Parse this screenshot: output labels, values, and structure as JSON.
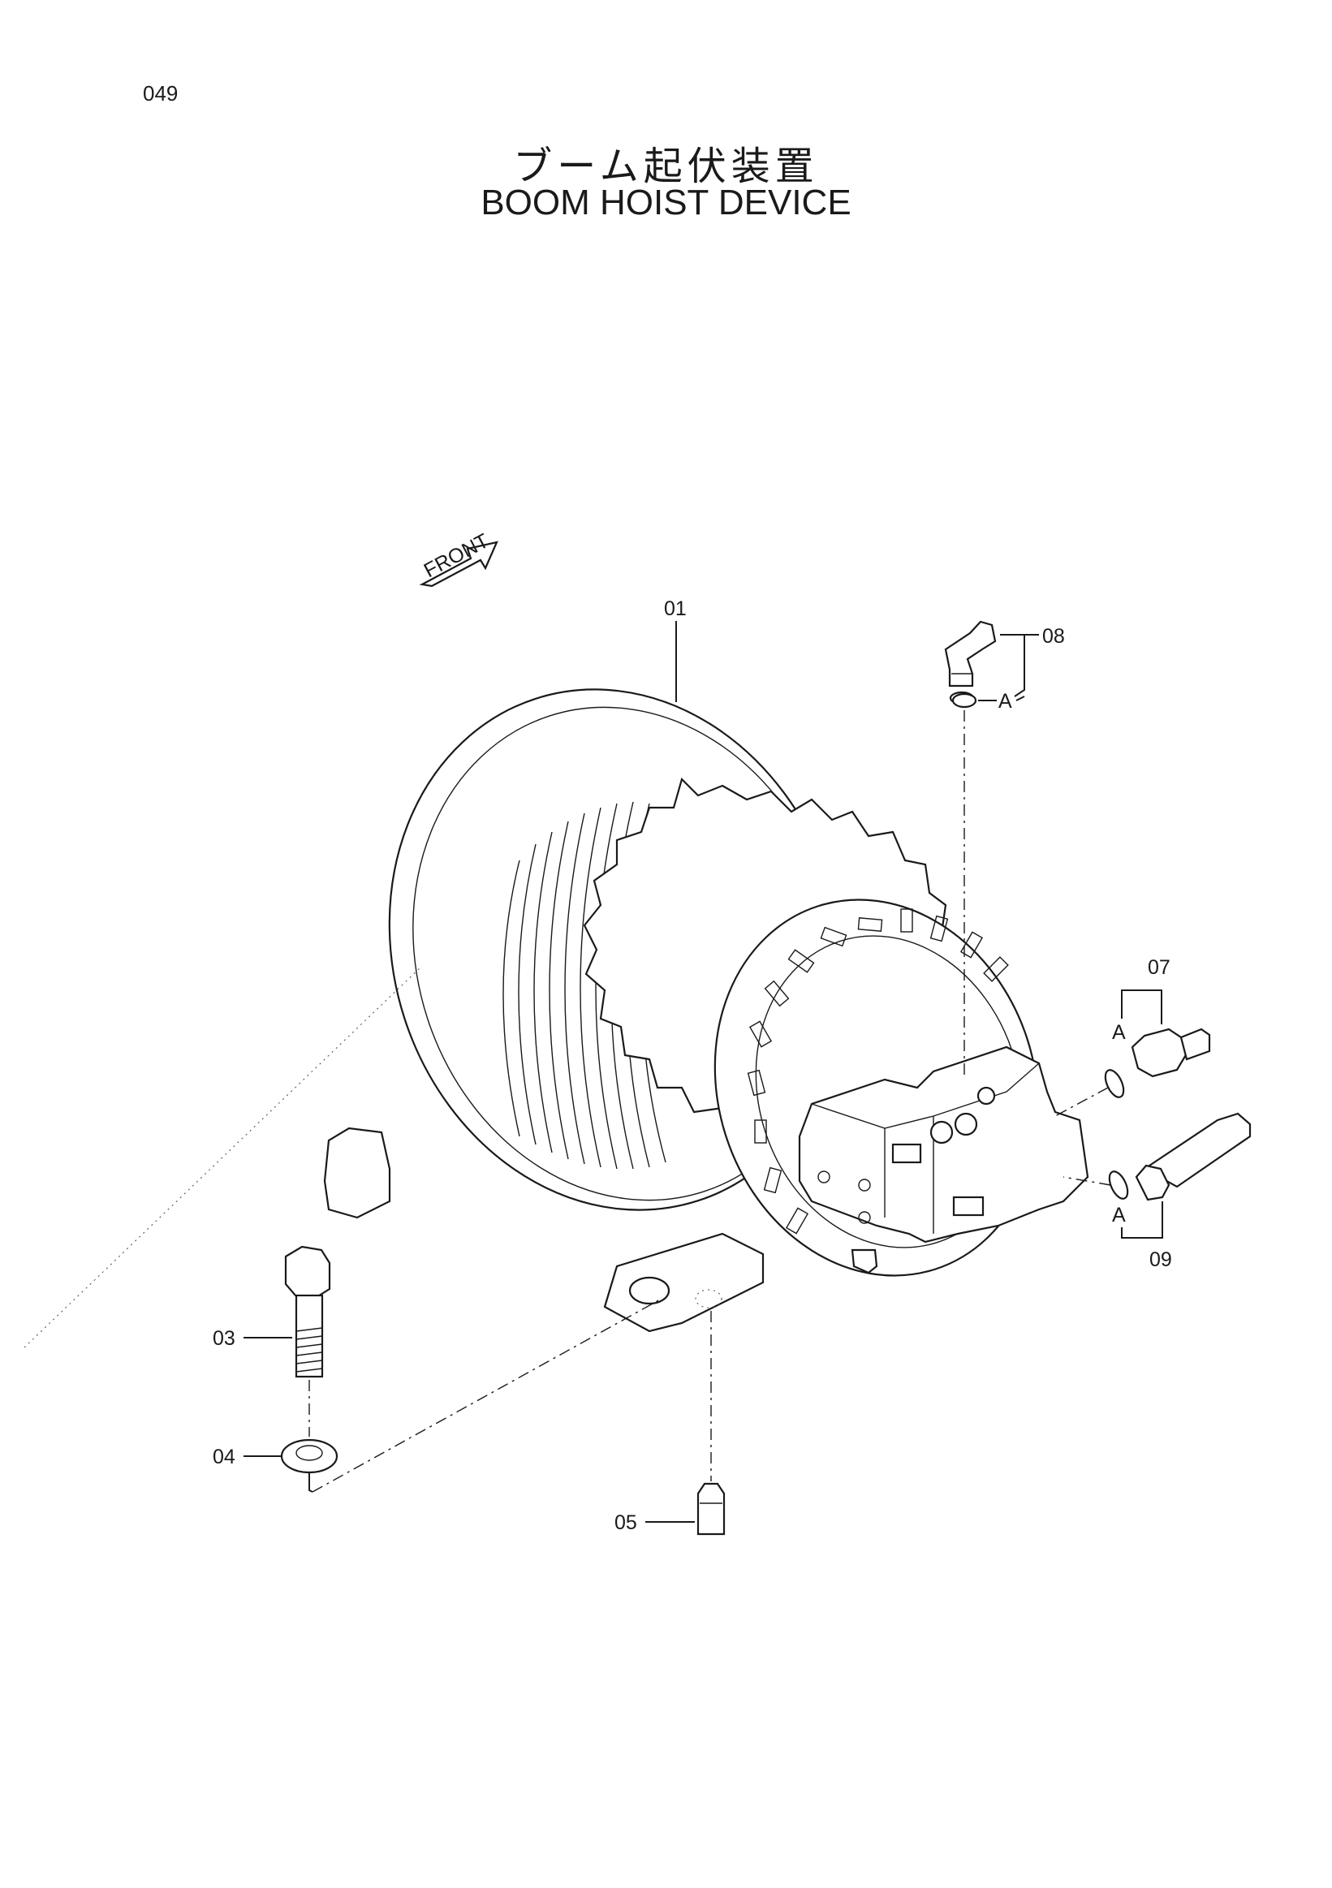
{
  "page_number": "049",
  "title_jp": "ブーム起伏装置",
  "title_en": "BOOM HOIST DEVICE",
  "front_label": "FRONT",
  "callouts": {
    "p01": "01",
    "p03": "03",
    "p04": "04",
    "p05": "05",
    "p07": "07",
    "p08": "08",
    "p09": "09",
    "a_08": "A",
    "a_07": "A",
    "a_09": "A"
  }
}
